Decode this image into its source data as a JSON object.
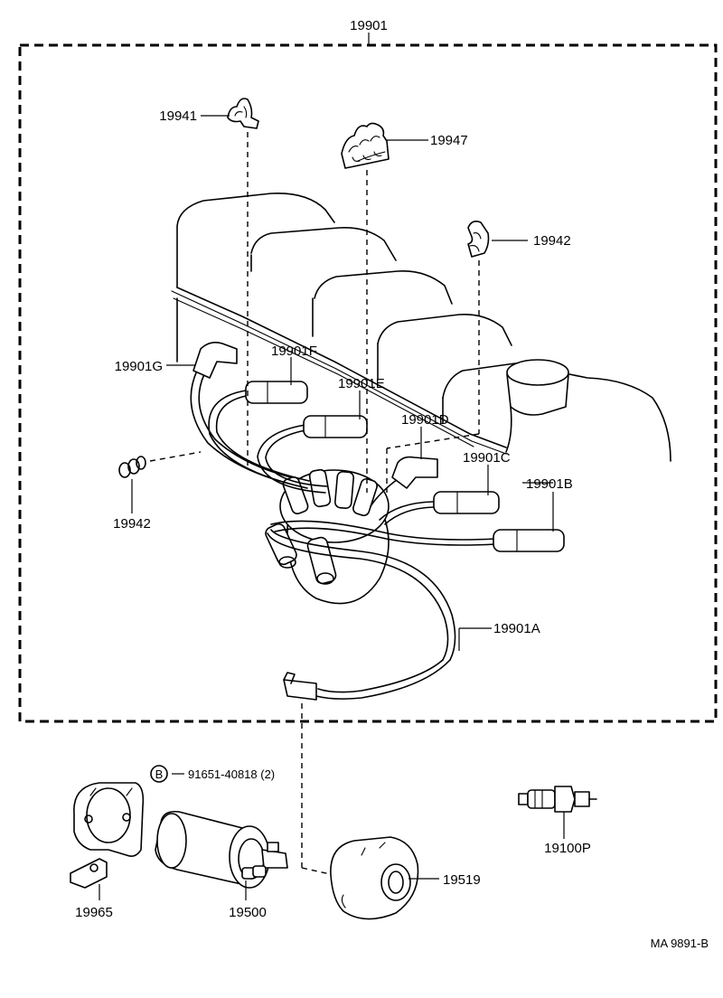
{
  "labels": {
    "assembly": "19901",
    "clamp_19941": "19941",
    "clamp_19947": "19947",
    "clamp_19942_top": "19942",
    "clamp_19942_left": "19942",
    "cord_G": "19901G",
    "cord_F": "19901F",
    "cord_E": "19901E",
    "cord_D": "19901D",
    "cord_C": "19901C",
    "cord_B": "19901B",
    "cord_A": "19901A",
    "bolt_marker": "B",
    "bolt_part": "91651-40818 (2)",
    "coil_bracket": "19965",
    "ignition_coil": "19500",
    "coil_cover": "19519",
    "spark_plug": "19100P",
    "drawing_ref": "MA  9891-B"
  }
}
